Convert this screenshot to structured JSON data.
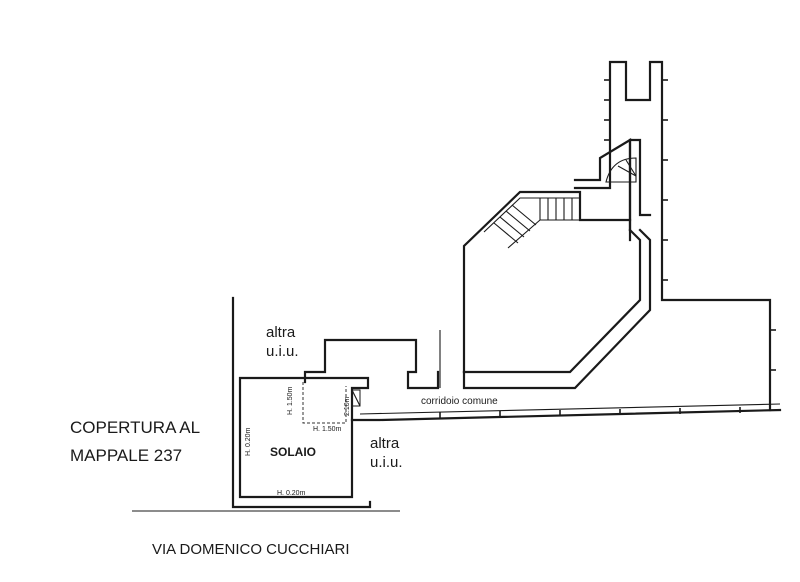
{
  "labels": {
    "copertura_line1": "COPERTURA AL",
    "copertura_line2": "MAPPALE 237",
    "altra_top_line1": "altra",
    "altra_top_line2": "u.i.u.",
    "altra_right_line1": "altra",
    "altra_right_line2": "u.i.u.",
    "solaio": "SOLAIO",
    "corridoio": "corridoio comune",
    "street": "VIA DOMENICO CUCCHIARI"
  },
  "dimensions": {
    "h_150_vertical": "H. 1.50m",
    "h_150_horizontal": "H. 1.50m",
    "h_210": "2.10m",
    "h_020_left": "H. 0.20m",
    "h_020_bottom": "H. 0.20m"
  }
}
